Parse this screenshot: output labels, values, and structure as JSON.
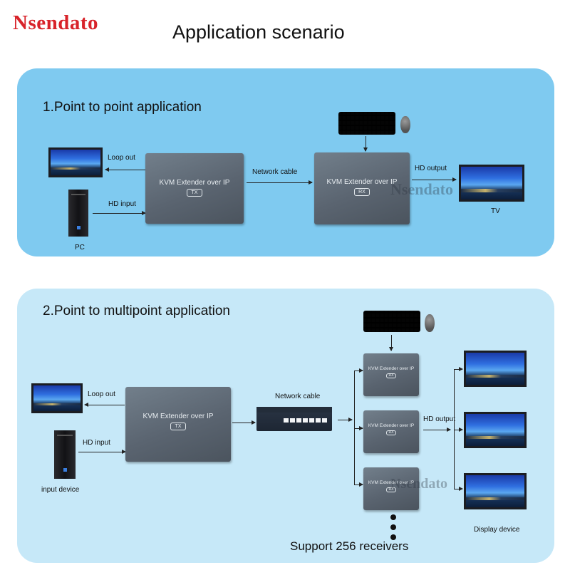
{
  "brand": "Nsendato",
  "title": "Application scenario",
  "section1": {
    "title": "1.Point to point application",
    "tx_box": {
      "name": "KVM Extender over IP",
      "badge": "TX"
    },
    "rx_box": {
      "name": "KVM Extender over IP",
      "badge": "RX"
    },
    "loop_out": "Loop out",
    "hd_input": "HD input",
    "network_cable": "Network cable",
    "hd_output": "HD output",
    "pc_label": "PC",
    "tv_label": "TV",
    "watermark": "Nsendato"
  },
  "section2": {
    "title": "2.Point to multipoint application",
    "tx_box": {
      "name": "KVM Extender over IP",
      "badge": "TX"
    },
    "rx_boxes": [
      {
        "name": "KVM Extender over IP",
        "badge": "RX"
      },
      {
        "name": "KVM Extender over IP",
        "badge": "RX"
      },
      {
        "name": "KVM Extender over IP",
        "badge": "RX"
      }
    ],
    "loop_out": "Loop out",
    "hd_input": "HD input",
    "network_cable": "Network cable",
    "hd_output": "HD output",
    "input_device_label": "input device",
    "display_device_label": "Display device",
    "footer": "Support 256 receivers",
    "watermark": "Nsendato"
  }
}
